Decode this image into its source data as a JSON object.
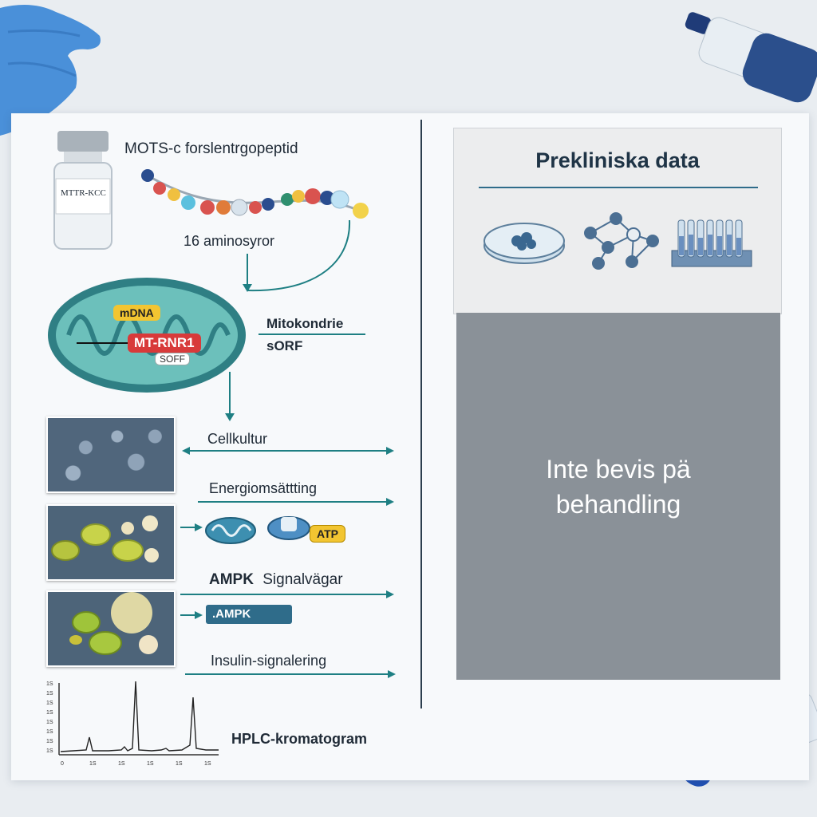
{
  "vial": {
    "label": "MTTR-KCC"
  },
  "peptide": {
    "title": "MOTS-c forslentrgopeptid",
    "length_label": "16 aminosyror"
  },
  "mitochondrion": {
    "mdna_label": "mDNA",
    "gene_label": "MT-RNR1",
    "sorf_small_label": "SOFF",
    "caption_1": "Mitokondrie",
    "caption_2": "sORF"
  },
  "steps": {
    "cell_culture": "Cellkultur",
    "energy": "Energiomsättting",
    "atp": "ATP",
    "ampk_bold": "AMPK",
    "ampk_rest": "Signalvägar",
    "ampk_box": ".AMPK",
    "insulin": "Insulin-signalering"
  },
  "hplc": {
    "title": "HPLC-kromatogram",
    "x_ticks": [
      "0",
      "1S",
      "1S",
      "1S",
      "1S",
      "1S"
    ],
    "y_ticks": [
      "1S",
      "1S",
      "1S",
      "1S",
      "1S",
      "1S",
      "1S",
      "1S"
    ]
  },
  "right_panel": {
    "heading": "Prekliniska data",
    "notice_line1": "Inte bevis pä",
    "notice_line2": "behandling"
  },
  "colors": {
    "teal": "#1e7f83",
    "mito_fill": "#5fb3b3",
    "gene_red": "#d83a3a",
    "mdna_yellow": "#f2c531",
    "gray_panel": "#8a9198"
  }
}
